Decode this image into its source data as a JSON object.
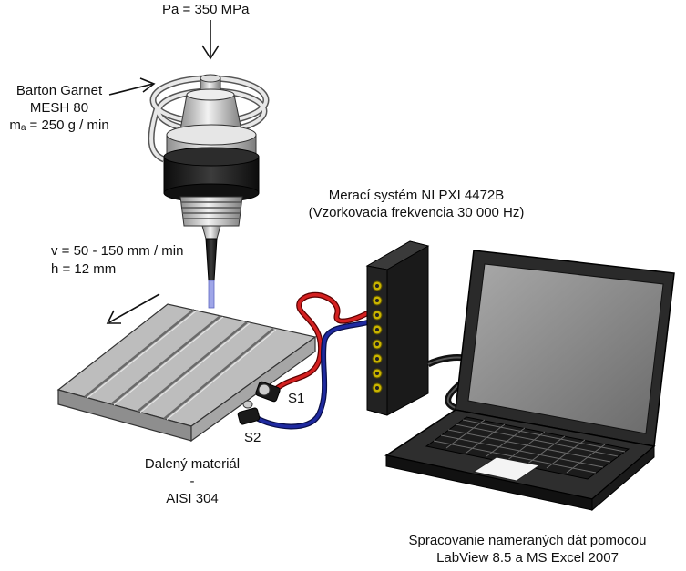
{
  "labels": {
    "pressure": "Pa = 350 MPa",
    "abrasive_line1": "Barton Garnet",
    "abrasive_line2": "MESH 80",
    "abrasive_rate_prefix": "m",
    "abrasive_rate_sub": "a",
    "abrasive_rate_value": " = 250 g / min",
    "traverse_speed": "v = 50 - 150 mm / min",
    "material_thickness": "h = 12 mm",
    "system_line1": "Merací systém NI PXI 4472B",
    "system_line2": "(Vzorkovacia frekvencia 30 000 Hz)",
    "sensor1": "S1",
    "sensor2": "S2",
    "material_line1": "Dalený materiál",
    "material_line2": "-",
    "material_line3": "AISI 304",
    "processing_line1": "Spracovanie nameraných dát pomocou",
    "processing_line2": "LabView 8.5 a MS Excel 2007"
  },
  "icons": {
    "cutting_head": "waterjet-cutting-head-icon",
    "workpiece": "grooved-plate-icon",
    "daq": "daq-module-icon",
    "laptop": "laptop-icon"
  },
  "colors": {
    "cable_red": "#d42020",
    "cable_blue": "#1f2aa0",
    "connector": "#c9b400",
    "metal_light": "#d2d2d2",
    "dark_body": "#1c1c1c"
  }
}
